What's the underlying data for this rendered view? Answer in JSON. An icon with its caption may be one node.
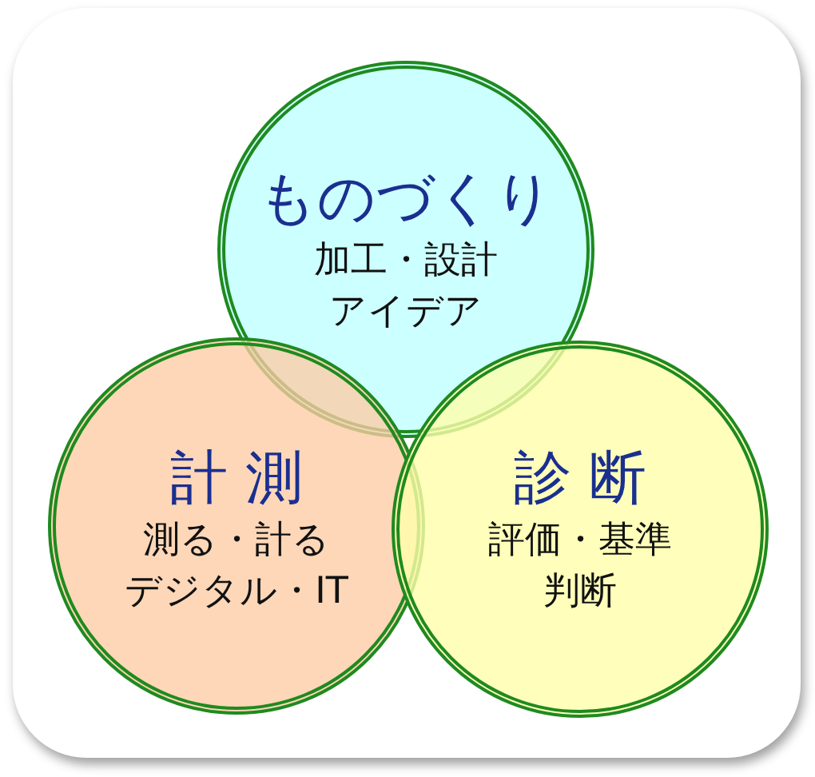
{
  "diagram": {
    "nodes": [
      {
        "text": [
          "ものづくり",
          "加工・設計",
          "アイデア"
        ]
      },
      {
        "text": [
          "計 測",
          "測る・計る",
          "デジタル・IT"
        ]
      },
      {
        "text": [
          "診 断",
          "評価・基準",
          "判断"
        ]
      }
    ]
  }
}
